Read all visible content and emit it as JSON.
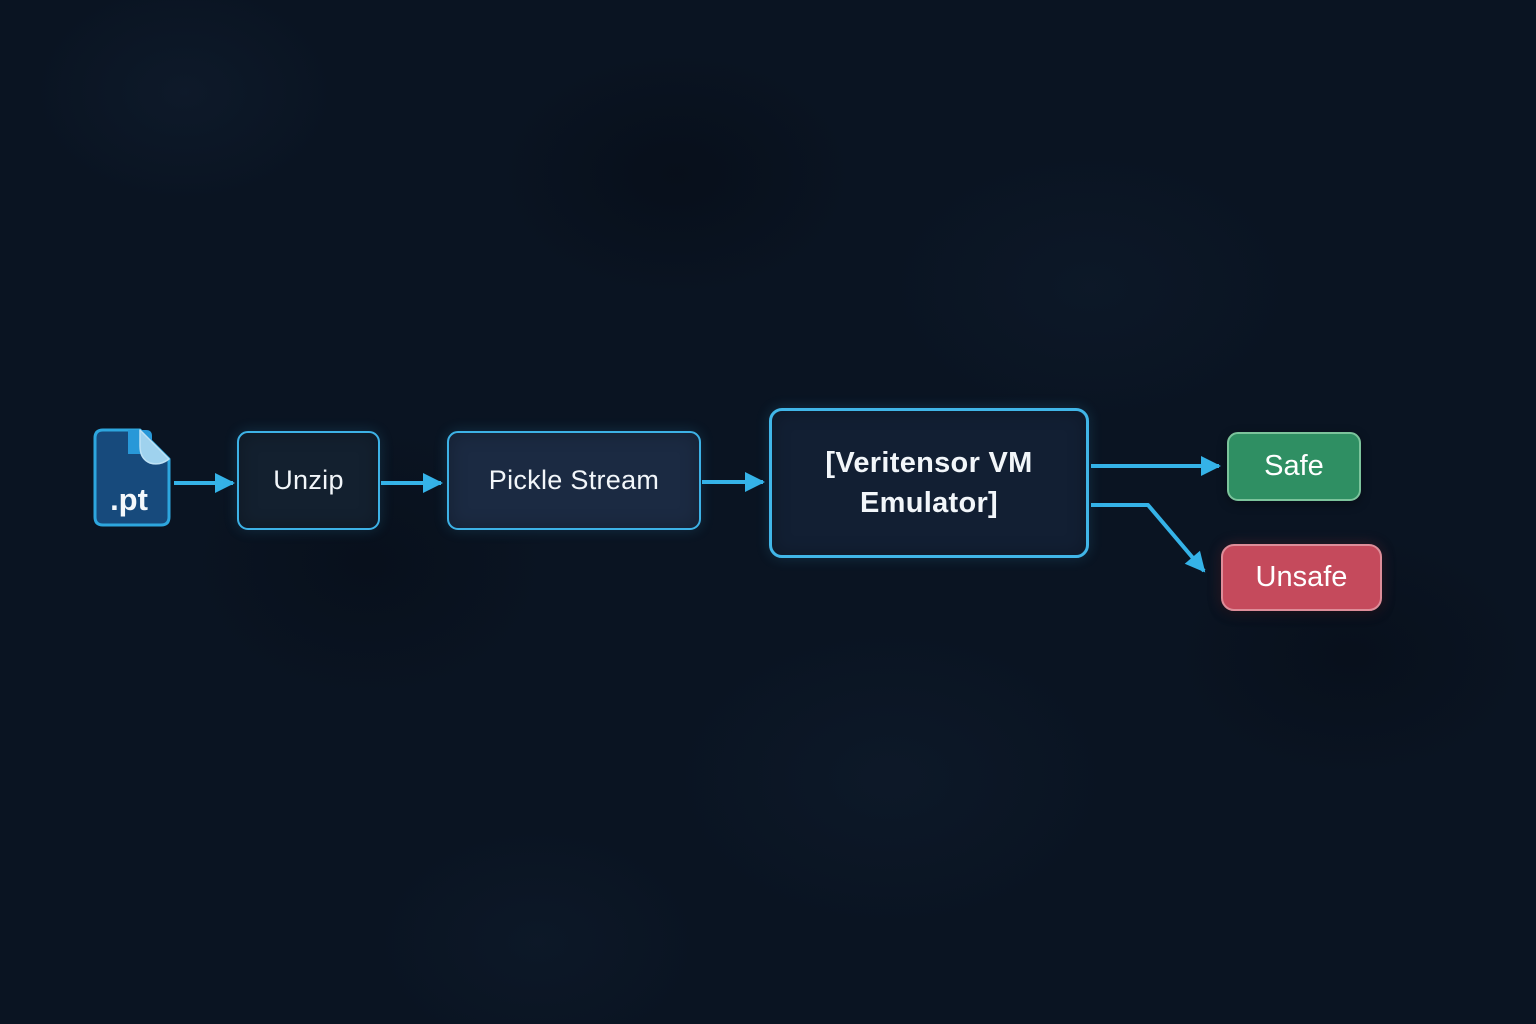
{
  "diagram": {
    "type": "flowchart",
    "direction": "left-to-right",
    "nodes": {
      "pt_file": {
        "label": ".pt",
        "kind": "file",
        "icon": "document-file-icon",
        "fill": "#174a7c",
        "border": "#2da6de"
      },
      "unzip": {
        "label": "Unzip",
        "kind": "process",
        "fill": "#13202f",
        "border": "#3db2e6"
      },
      "pickle_stream": {
        "label": "Pickle Stream",
        "kind": "process",
        "fill": "#1b2a42",
        "border": "#3db2e6"
      },
      "vm_emulator": {
        "label": "[Veritensor VM Emulator]",
        "kind": "process",
        "fill": "#121f33",
        "border": "#41b6e8"
      },
      "safe": {
        "label": "Safe",
        "kind": "result",
        "fill": "#2f8f63",
        "border": "#7cc49c"
      },
      "unsafe": {
        "label": "Unsafe",
        "kind": "result",
        "fill": "#c54a5c",
        "border": "#de8d99"
      }
    },
    "edges": [
      {
        "from": "pt_file",
        "to": "unzip"
      },
      {
        "from": "unzip",
        "to": "pickle_stream"
      },
      {
        "from": "pickle_stream",
        "to": "vm_emulator"
      },
      {
        "from": "vm_emulator",
        "to": "safe"
      },
      {
        "from": "vm_emulator",
        "to": "unsafe"
      }
    ],
    "colors": {
      "background": "#0a1422",
      "connector": "#35b3e8",
      "text": "#f2f6fa"
    }
  }
}
